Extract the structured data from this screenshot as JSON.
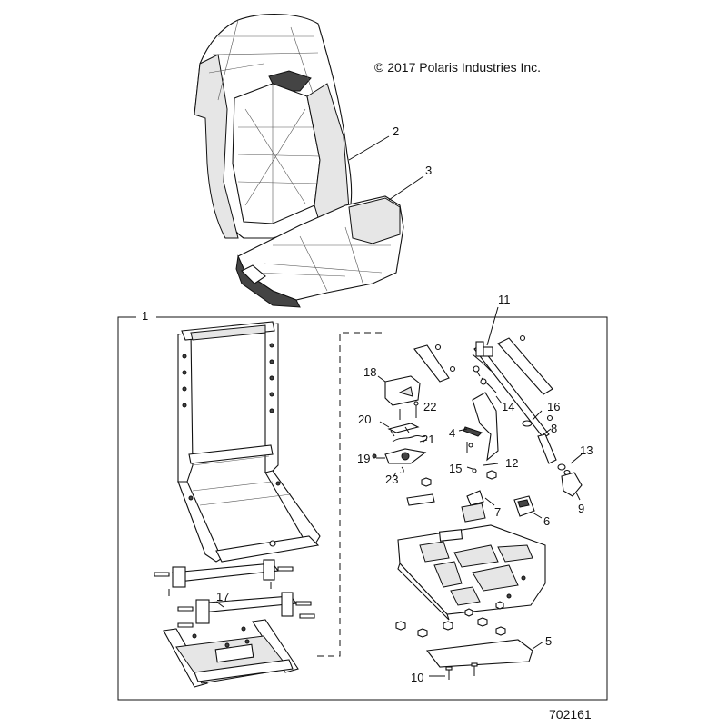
{
  "copyright": "© 2017 Polaris Industries Inc.",
  "figure_id": "702161",
  "callouts": {
    "c1": "1",
    "c2": "2",
    "c3": "3",
    "c4": "4",
    "c5": "5",
    "c6": "6",
    "c7": "7",
    "c8": "8",
    "c9": "9",
    "c10": "10",
    "c11": "11",
    "c12": "12",
    "c13": "13",
    "c14": "14",
    "c15": "15",
    "c16": "16",
    "c17": "17",
    "c18": "18",
    "c19": "19",
    "c20": "20",
    "c21": "21",
    "c22": "22",
    "c23": "23"
  }
}
